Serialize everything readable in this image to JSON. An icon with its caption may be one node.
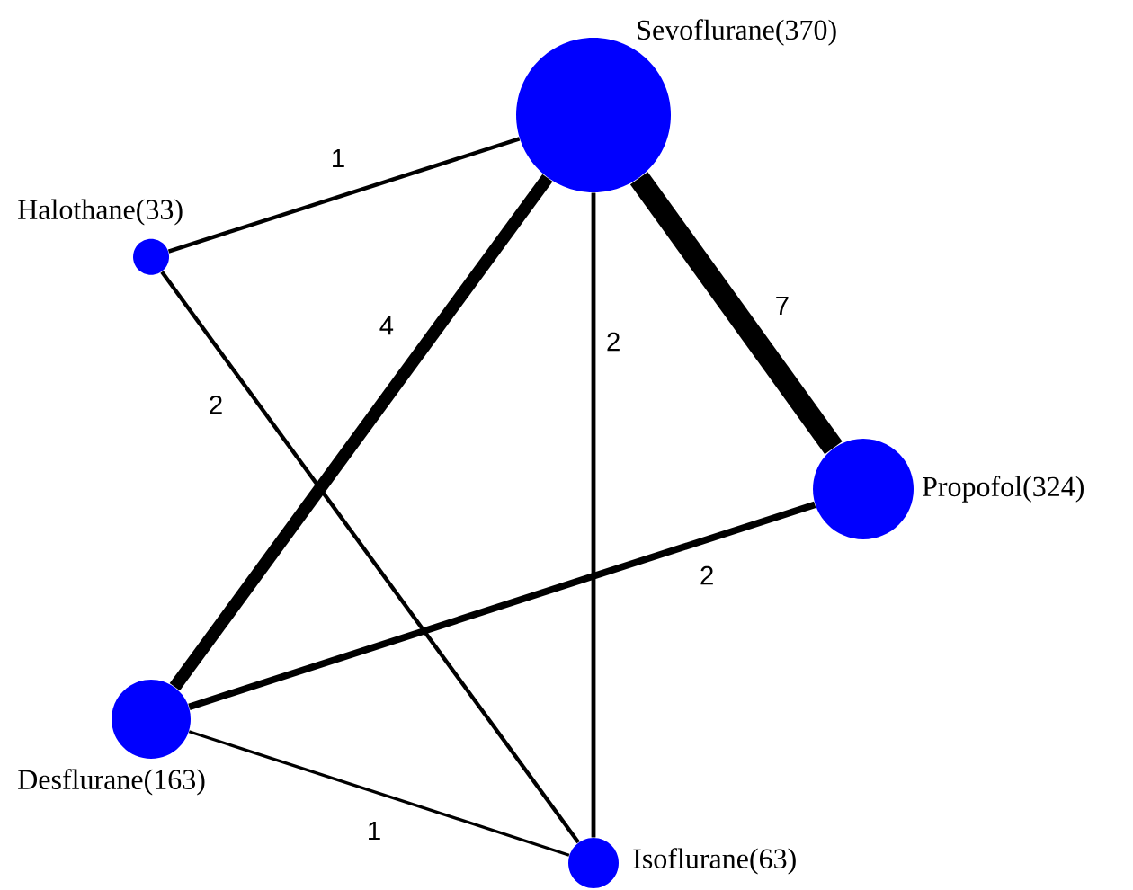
{
  "diagram": {
    "nodes": [
      {
        "text": [
          "Sevoflurane(370)"
        ]
      },
      {
        "text": [
          "Halothane(33)"
        ]
      },
      {
        "text": [
          "Propofol(324)"
        ]
      },
      {
        "text": [
          "Desflurane(163)"
        ]
      },
      {
        "text": [
          "Isoflurane(63)"
        ]
      }
    ],
    "edges": [
      {
        "from": 1,
        "to": 0,
        "arrow": "none",
        "label": "1"
      },
      {
        "from": 0,
        "to": 3,
        "arrow": "none",
        "label": "4",
        "style": "thick"
      },
      {
        "from": 0,
        "to": 4,
        "arrow": "none",
        "label": "2"
      },
      {
        "from": 0,
        "to": 2,
        "arrow": "none",
        "label": "7",
        "style": "thick"
      },
      {
        "from": 1,
        "to": 4,
        "arrow": "none",
        "label": "2"
      },
      {
        "from": 2,
        "to": 3,
        "arrow": "none",
        "label": "2"
      },
      {
        "from": 3,
        "to": 4,
        "arrow": "none",
        "label": "1"
      }
    ]
  }
}
